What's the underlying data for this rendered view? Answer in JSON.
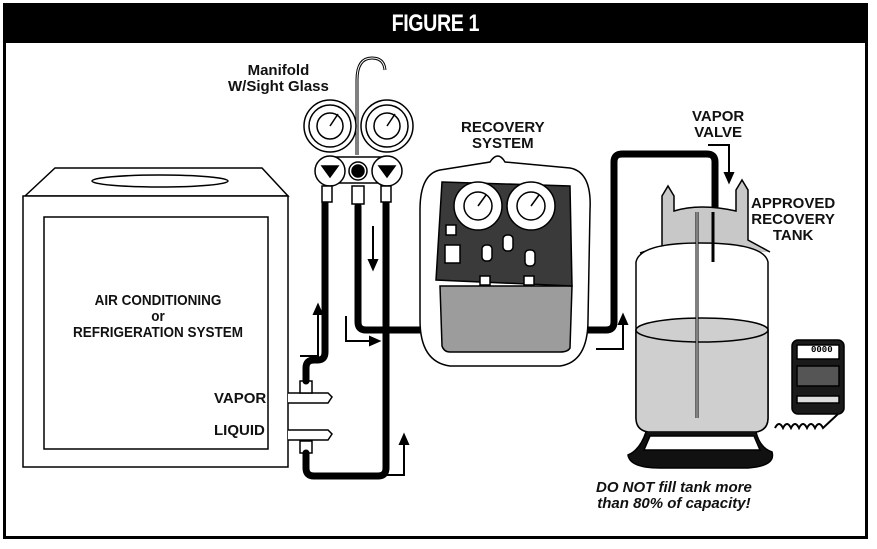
{
  "figure": {
    "title": "FIGURE 1"
  },
  "labels": {
    "manifold": [
      "Manifold",
      "W/Sight Glass"
    ],
    "recovery_system": [
      "RECOVERY",
      "SYSTEM"
    ],
    "vapor_valve": [
      "VAPOR",
      "VALVE"
    ],
    "approved_tank": [
      "APPROVED",
      "RECOVERY",
      "TANK"
    ],
    "ac_system": [
      "AIR CONDITIONING",
      "or",
      "REFRIGERATION SYSTEM"
    ],
    "vapor_port": "VAPOR",
    "liquid_port": "LIQUID",
    "warning": [
      "DO NOT fill tank more",
      "than 80% of capacity!"
    ]
  },
  "scale": {
    "display": "0000"
  },
  "components": [
    {
      "name": "AC / Refrigeration System",
      "ports": [
        "VAPOR",
        "LIQUID"
      ]
    },
    {
      "name": "Manifold with Sight Glass",
      "gauges": 2
    },
    {
      "name": "Recovery System",
      "gauges": 2
    },
    {
      "name": "Approved Recovery Tank",
      "valve": "VAPOR VALVE",
      "max_fill_percent": 80
    },
    {
      "name": "Electronic Scale"
    }
  ],
  "colors": {
    "ink": "#000000",
    "panel": "#3a3a3a",
    "fill_gray": "#c8c8c8",
    "tank_liquid": "#cfcfcf",
    "background": "#ffffff"
  }
}
